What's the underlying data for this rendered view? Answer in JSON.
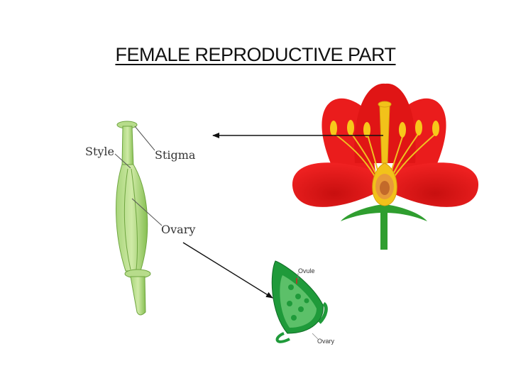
{
  "title": "FEMALE REPRODUCTIVE PART",
  "pistil_labels": {
    "style": "Style",
    "stigma": "Stigma",
    "ovary": "Ovary"
  },
  "ovary_section_labels": {
    "ovule": "Ovule",
    "ovary": "Ovary"
  },
  "colors": {
    "petal": "#e21a1a",
    "pistil_green": "#8fc95a",
    "flower_pistil_yellow": "#f2c21a",
    "stem_green": "#2f9e2f",
    "ovary_section_green": "#1f9a3a"
  }
}
